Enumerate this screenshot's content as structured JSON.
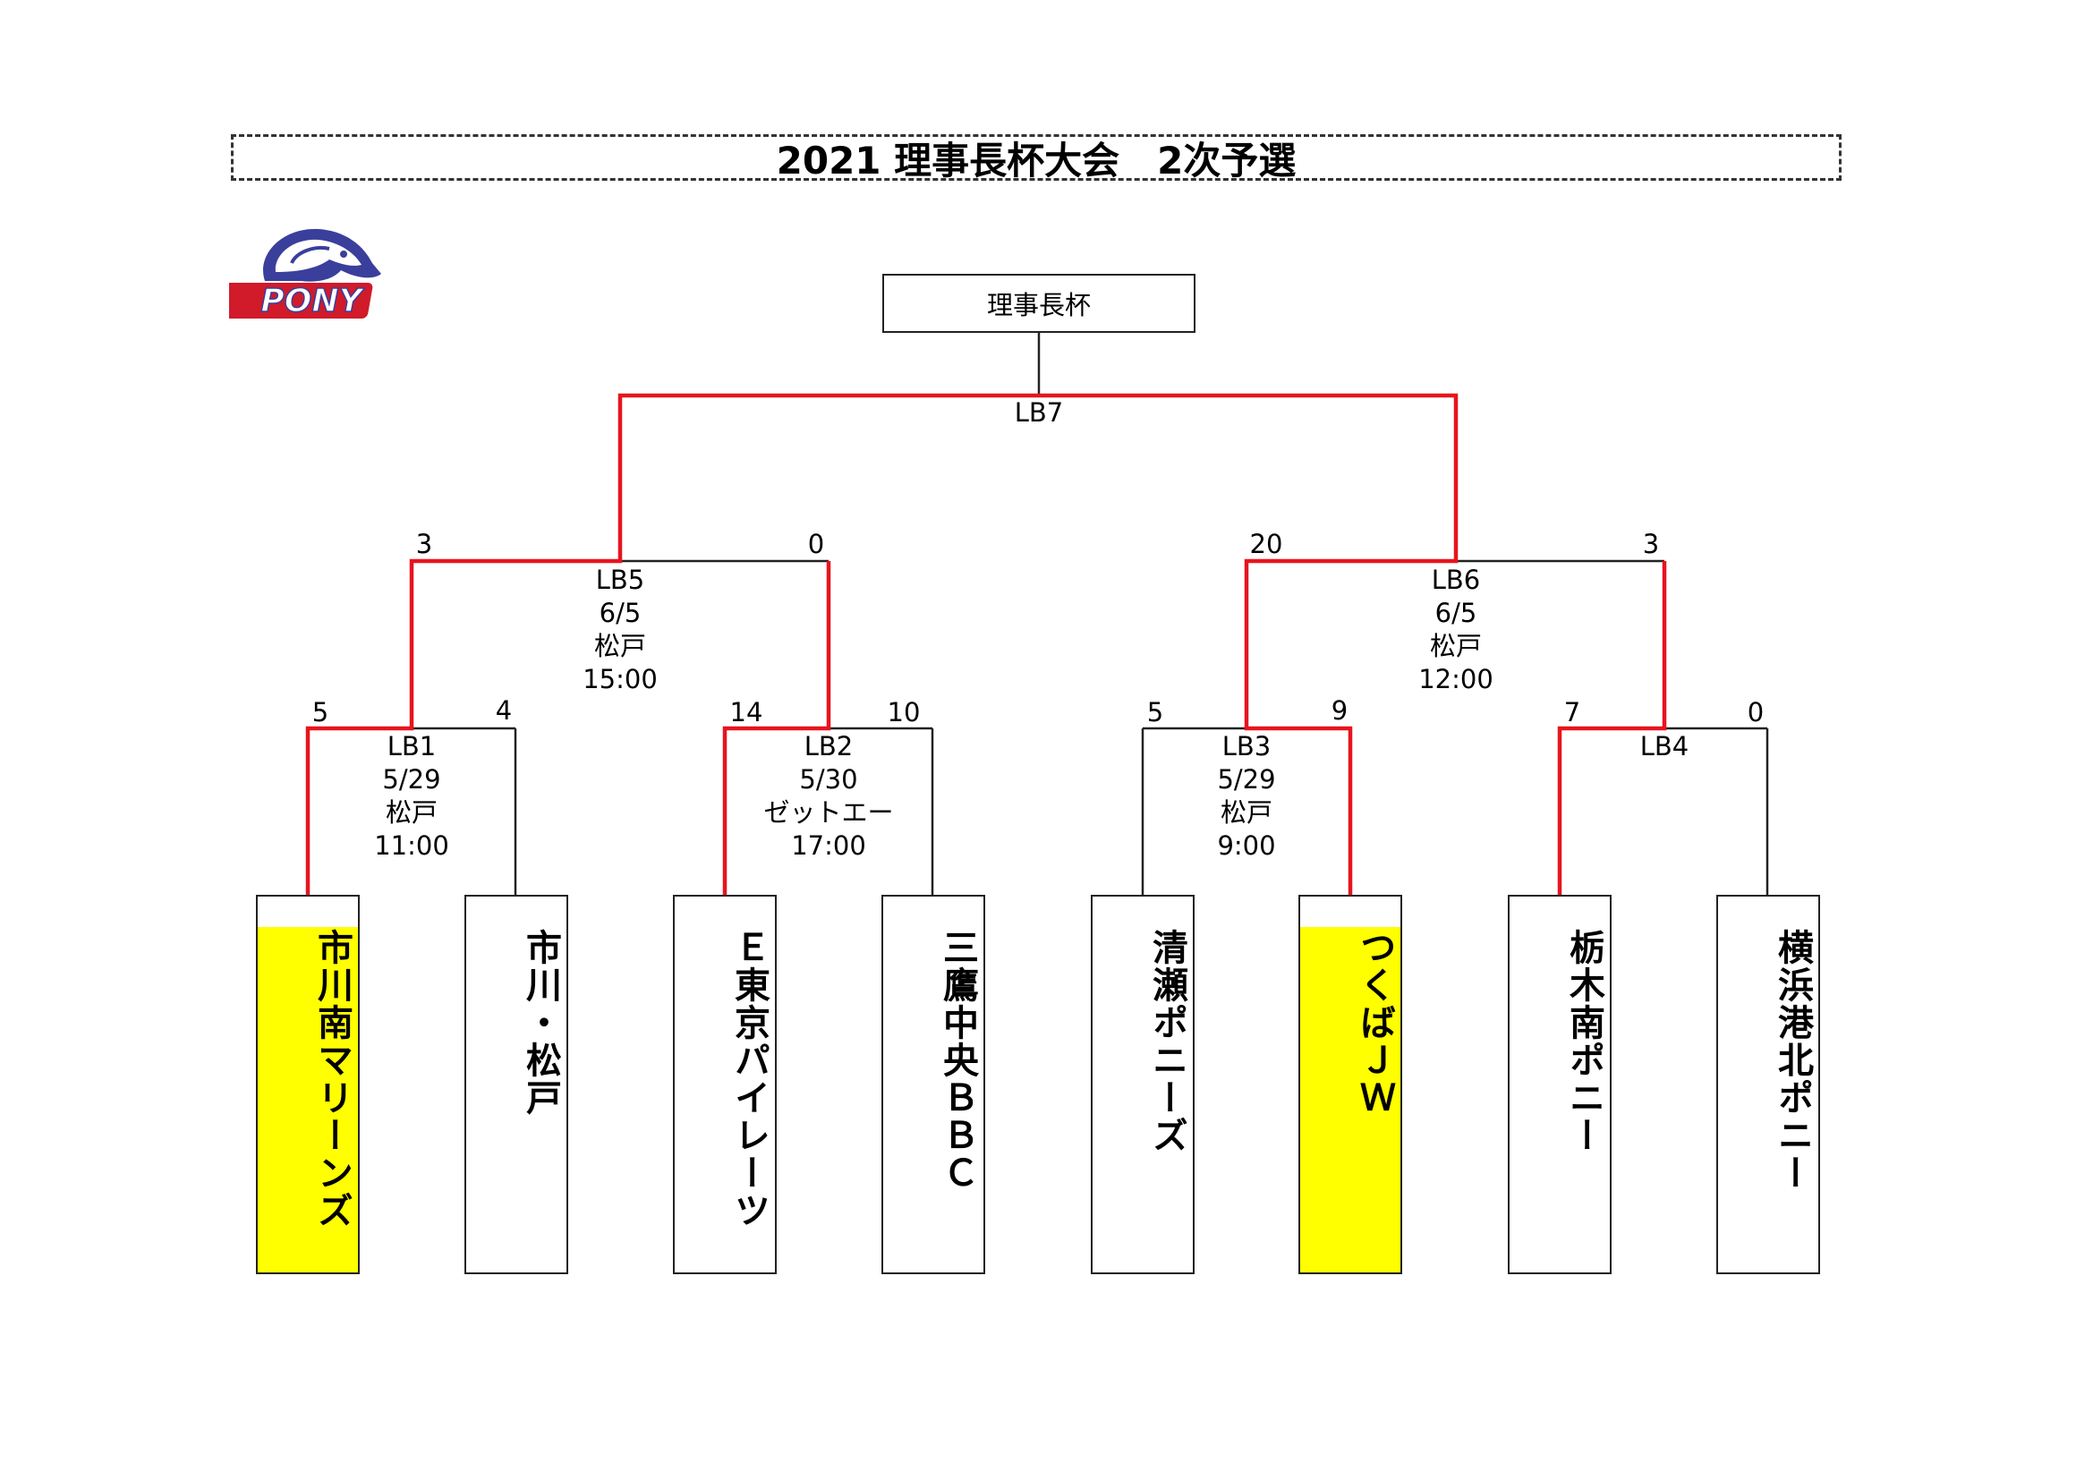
{
  "title": "2021 理事長杯大会　2次予選",
  "logo_text": "PONY",
  "champion_label": "理事長杯",
  "colors": {
    "win_line": "#e8141e",
    "line": "#222222",
    "winner_fill": "#ffff00"
  },
  "final": {
    "label": "LB7"
  },
  "semis": [
    {
      "label": "LB5",
      "date": "6/5",
      "venue": "松戸",
      "time": "15:00",
      "score_left": "3",
      "score_right": "0"
    },
    {
      "label": "LB6",
      "date": "6/5",
      "venue": "松戸",
      "time": "12:00",
      "score_left": "20",
      "score_right": "3"
    }
  ],
  "first_round": [
    {
      "label": "LB1",
      "date": "5/29",
      "venue": "松戸",
      "time": "11:00",
      "score_left": "5",
      "score_right": "4"
    },
    {
      "label": "LB2",
      "date": "5/30",
      "venue": "ゼットエー",
      "time": "17:00",
      "score_left": "14",
      "score_right": "10"
    },
    {
      "label": "LB3",
      "date": "5/29",
      "venue": "松戸",
      "time": "9:00",
      "score_left": "5",
      "score_right": "9"
    },
    {
      "label": "LB4",
      "date": "",
      "venue": "",
      "time": "",
      "score_left": "7",
      "score_right": "0"
    }
  ],
  "teams": [
    {
      "name": "市川南マリーンズ",
      "highlight": true
    },
    {
      "name": "市川・松戸",
      "highlight": false
    },
    {
      "name": "Ｅ東京パイレーツ",
      "highlight": false
    },
    {
      "name": "三鷹中央ＢＢＣ",
      "highlight": false
    },
    {
      "name": "清瀬ポニーズ",
      "highlight": false
    },
    {
      "name": "つくばＪＷ",
      "highlight": true
    },
    {
      "name": "栃木南ポニー",
      "highlight": false
    },
    {
      "name": "横浜港北ポニー",
      "highlight": false
    }
  ]
}
